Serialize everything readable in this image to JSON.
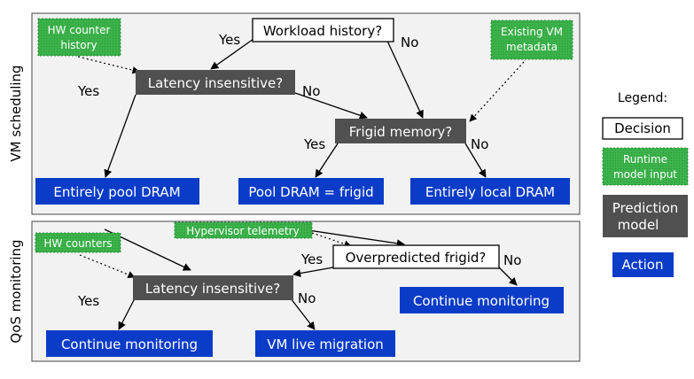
{
  "panels": {
    "top_label": "VM scheduling",
    "bottom_label": "QoS monitoring"
  },
  "nodes": {
    "workload_history": "Workload history?",
    "latency_insensitive_top": "Latency insensitive?",
    "frigid_memory": "Frigid memory?",
    "entirely_pool_dram": "Entirely pool DRAM",
    "pool_dram_frigid": "Pool DRAM = frigid",
    "entirely_local_dram": "Entirely local DRAM",
    "hw_counter_history": [
      "HW counter",
      "history"
    ],
    "existing_vm_metadata": [
      "Existing VM",
      "metadata"
    ],
    "hw_counters": "HW counters",
    "hypervisor_telemetry": "Hypervisor telemetry",
    "overpredicted_frigid": "Overpredicted frigid?",
    "latency_insensitive_bottom": "Latency insensitive?",
    "continue_monitoring_right": "Continue monitoring",
    "continue_monitoring_left": "Continue monitoring",
    "vm_live_migration": "VM live migration"
  },
  "edges": {
    "yes": "Yes",
    "no": "No"
  },
  "legend": {
    "title": "Legend:",
    "decision": "Decision",
    "runtime_input": [
      "Runtime",
      "model input"
    ],
    "prediction_model": [
      "Prediction",
      "model"
    ],
    "action": "Action"
  },
  "colors": {
    "panel_bg": "#f2f2f2",
    "decision_bg": "#ffffff",
    "model_bg": "#505050",
    "action_bg": "#0a3cc8",
    "input_bg": "#3cb44b"
  }
}
